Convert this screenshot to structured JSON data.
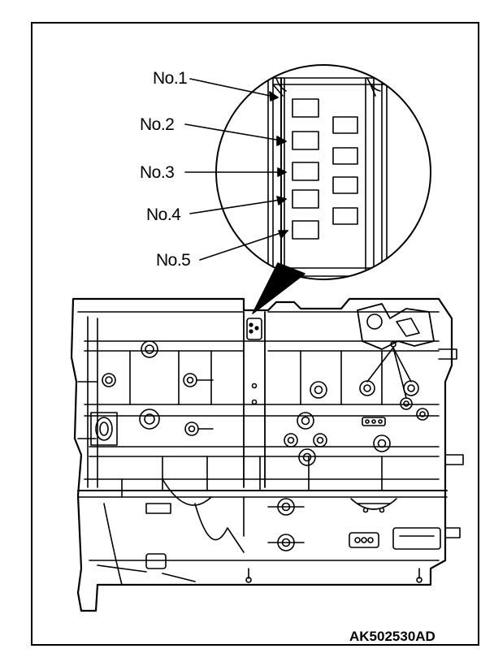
{
  "figure": {
    "journal_labels": [
      "No.1",
      "No.2",
      "No.3",
      "No.4",
      "No.5"
    ],
    "figure_code": "AK502530AD",
    "line_color": "#000000",
    "background": "#ffffff"
  }
}
